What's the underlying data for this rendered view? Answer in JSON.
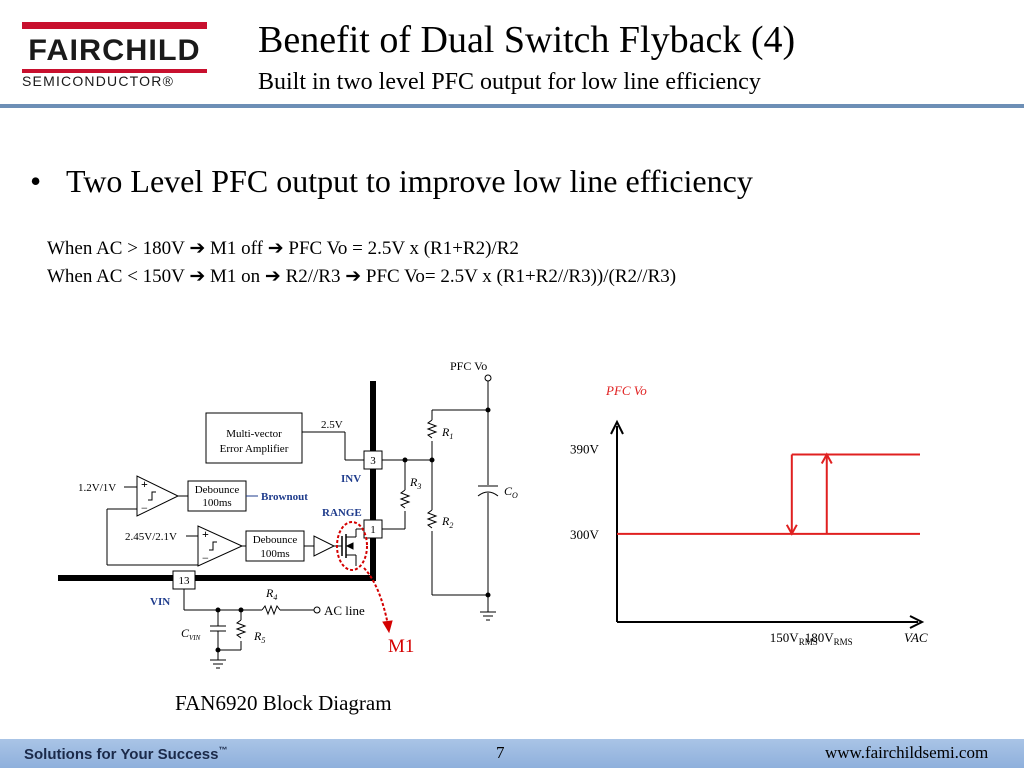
{
  "logo": {
    "word": "FAIRCHILD",
    "sub": "SEMICONDUCTOR®",
    "brand_color": "#c8102e"
  },
  "title": "Benefit of Dual Switch Flyback (4)",
  "subtitle": "Built in two level PFC output for low line efficiency",
  "bullet": {
    "symbol": "•",
    "text": "Two Level PFC output to improve low line efficiency"
  },
  "conditions": [
    {
      "prefix": "When AC > 180V",
      "arrow1": "➔",
      "mid": "M1 off",
      "arrow2": "➔",
      "mid2": "",
      "arrow3": "",
      "result": "PFC Vo = 2.5V x (R1+R2)/R2"
    },
    {
      "prefix": "When AC < 150V",
      "arrow1": "➔",
      "mid": "M1 on",
      "arrow2": "➔",
      "mid2": "R2//R3",
      "arrow3": "➔",
      "result": "PFC Vo=  2.5V x (R1+R2//R3))/(R2//R3)"
    }
  ],
  "diagram": {
    "pfc_vo": "PFC Vo",
    "ref_2v5": "2.5V",
    "amp_line1": "Multi-vector",
    "amp_line2": "Error Amplifier",
    "pin3": "3",
    "pin1": "1",
    "pin13": "13",
    "inv": "INV",
    "range": "RANGE",
    "vin": "VIN",
    "thr1": "1.2V/1V",
    "thr2": "2.45V/2.1V",
    "debounce": "Debounce",
    "debounce_time": "100ms",
    "brownout": "Brownout",
    "r1": "R",
    "r1_sub": "1",
    "r2": "R",
    "r2_sub": "2",
    "r3": "R",
    "r3_sub": "3",
    "r4": "R",
    "r4_sub": "4",
    "r5": "R",
    "r5_sub": "5",
    "co": "C",
    "co_sub": "O",
    "cvin": "C",
    "cvin_sub": "VIN",
    "ac_line": "AC line",
    "m1": "M1",
    "plus": "+",
    "minus": "−",
    "caption": "FAN6920 Block Diagram",
    "accent_blue": "#1f3c8c",
    "accent_red": "#d40000"
  },
  "chart_data": {
    "type": "line",
    "title": "PFC Vo",
    "xlabel": "VAC",
    "ylabel": "PFC Vo",
    "y_ticks": [
      "390V",
      "300V"
    ],
    "x_ticks": [
      {
        "main": "150V",
        "sub": "RMS"
      },
      {
        "main": "180V",
        "sub": "RMS"
      }
    ],
    "series": [
      {
        "name": "",
        "points": [
          [
            0,
            300
          ],
          [
            150,
            300
          ],
          [
            180,
            300
          ],
          [
            260,
            300
          ]
        ]
      },
      {
        "name": "",
        "points": [
          [
            150,
            390
          ],
          [
            180,
            390
          ],
          [
            260,
            390
          ]
        ]
      }
    ],
    "arrows": [
      {
        "x": 150,
        "from": 390,
        "to": 300,
        "direction": "down"
      },
      {
        "x": 180,
        "from": 300,
        "to": 390,
        "direction": "up"
      }
    ],
    "x_range": [
      0,
      260
    ],
    "y_range": [
      200,
      420
    ],
    "color": "#e02020",
    "axis_color": "#000000"
  },
  "footer": {
    "slogan": "Solutions for Your Success",
    "tm": "™",
    "page": "7",
    "url": "www.fairchildsemi.com"
  }
}
